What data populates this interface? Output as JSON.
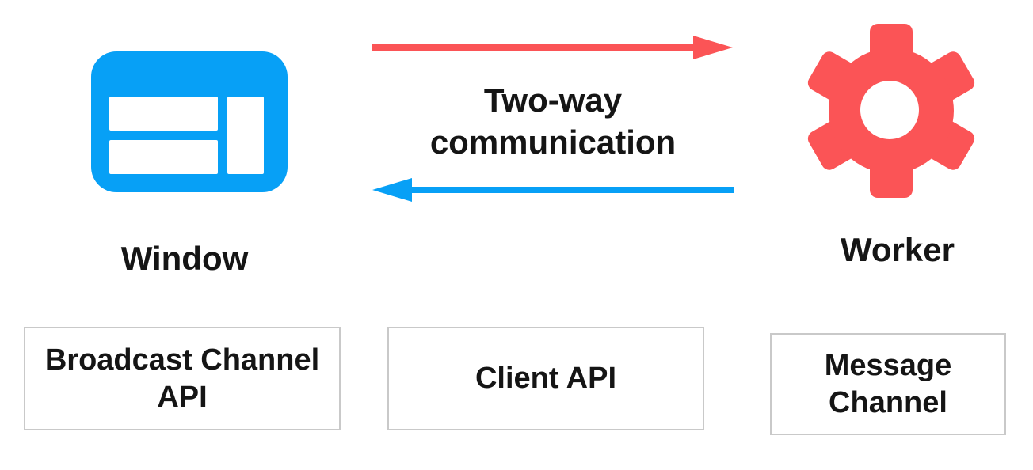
{
  "diagram": {
    "nodes": {
      "window": {
        "label": "Window",
        "icon": "browser-window-icon"
      },
      "worker": {
        "label": "Worker",
        "icon": "gear-icon"
      }
    },
    "communication": {
      "label": "Two-way communication",
      "arrows": [
        {
          "direction": "right",
          "from": "Window",
          "to": "Worker",
          "color": "#fb5456"
        },
        {
          "direction": "left",
          "from": "Worker",
          "to": "Window",
          "color": "#07a0f6"
        }
      ]
    },
    "api_boxes": [
      {
        "label": "Broadcast Channel API"
      },
      {
        "label": "Client API"
      },
      {
        "label": "Message Channel"
      }
    ],
    "colors": {
      "blue": "#07a0f6",
      "red": "#fb5456",
      "text": "#151515",
      "box_border": "#c9c9c9",
      "background": "#ffffff",
      "white": "#ffffff"
    }
  }
}
